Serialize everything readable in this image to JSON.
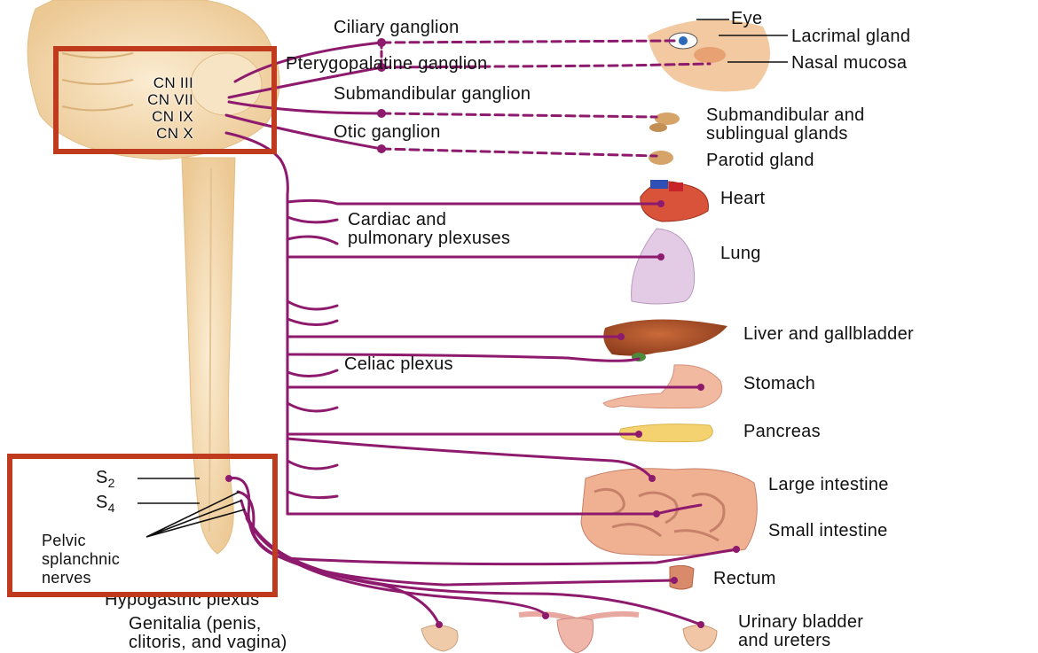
{
  "brainstem_nerves": "CN III\nCN VII\nCN IX\nCN X",
  "sacral": {
    "s2": "S2",
    "s4": "S4",
    "pelvic_nerves": "Pelvic\nsplanchnic\nnerves"
  },
  "ganglia": {
    "ciliary": "Ciliary ganglion",
    "pterygopalatine": "Pterygopalatine ganglion",
    "submandibular": "Submandibular ganglion",
    "otic": "Otic ganglion"
  },
  "plexuses": {
    "cardiac": "Cardiac and\npulmonary plexuses",
    "celiac": "Celiac plexus",
    "hypogastric": "Hypogastric plexus"
  },
  "organs": {
    "eye": "Eye",
    "lacrimal": "Lacrimal gland",
    "nasal": "Nasal mucosa",
    "submandibular_glands": "Submandibular and\nsublingual glands",
    "parotid": "Parotid gland",
    "heart": "Heart",
    "lung": "Lung",
    "liver": "Liver and gallbladder",
    "stomach": "Stomach",
    "pancreas": "Pancreas",
    "large_intestine": "Large  intestine",
    "small_intestine": "Small intestine",
    "rectum": "Rectum",
    "bladder": "Urinary  bladder\nand ureters",
    "genitalia": "Genitalia (penis,\nclitoris, and vagina)"
  },
  "colors": {
    "nerve": "#8e1a6e",
    "highlight": "#c03a1e",
    "cord": "#f3dcb6"
  }
}
